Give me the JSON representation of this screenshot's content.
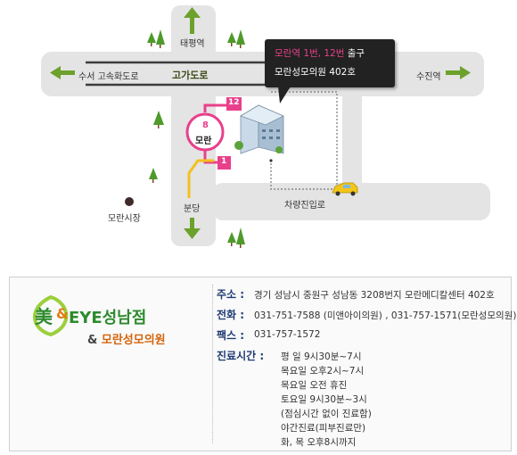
{
  "map": {
    "north_label": "태평역",
    "west_label": "수서 고속화도로",
    "east_label": "수진역",
    "elevated_road": "고가도로",
    "south_label": "분당",
    "market": "모란시장",
    "driveway": "차량진입로",
    "station_num": "8",
    "station_name": "모란",
    "exit_a": "12",
    "exit_b": "1",
    "callout_line1_pink": "모란역 1번, 12번",
    "callout_line1_rest": " 출구",
    "callout_line2": "모란성모의원 402호",
    "colors": {
      "road": "#e4e4e4",
      "pink": "#e8408b",
      "yellow": "#f2c11e",
      "green": "#6ca12c"
    }
  },
  "logo": {
    "char": "美",
    "amp": "&",
    "name": " EYE성남점",
    "sub_amp": "& ",
    "sub_name": "모란성모의원"
  },
  "info": {
    "address_label": "주소 :",
    "address": "경기 성남시 중원구 성남동 3208번지 모란메디칼센터 402호",
    "phone_label": "전화 :",
    "phone": "031-751-7588 (미앤아이의원) , 031-757-1571(모란성모의원)",
    "fax_label": "팩스 :",
    "fax": "031-757-1572",
    "hours_label": "진료시간 :",
    "hours": [
      "평   일  9시30분~7시",
      "목요일  오후2시~7시",
      "목요일 오전  휴진",
      "토요일  9시30분~3시",
      "(점심시간 없이 진료함)",
      "야간진료(피부진료만)",
      "화, 목   오후8시까지"
    ]
  }
}
